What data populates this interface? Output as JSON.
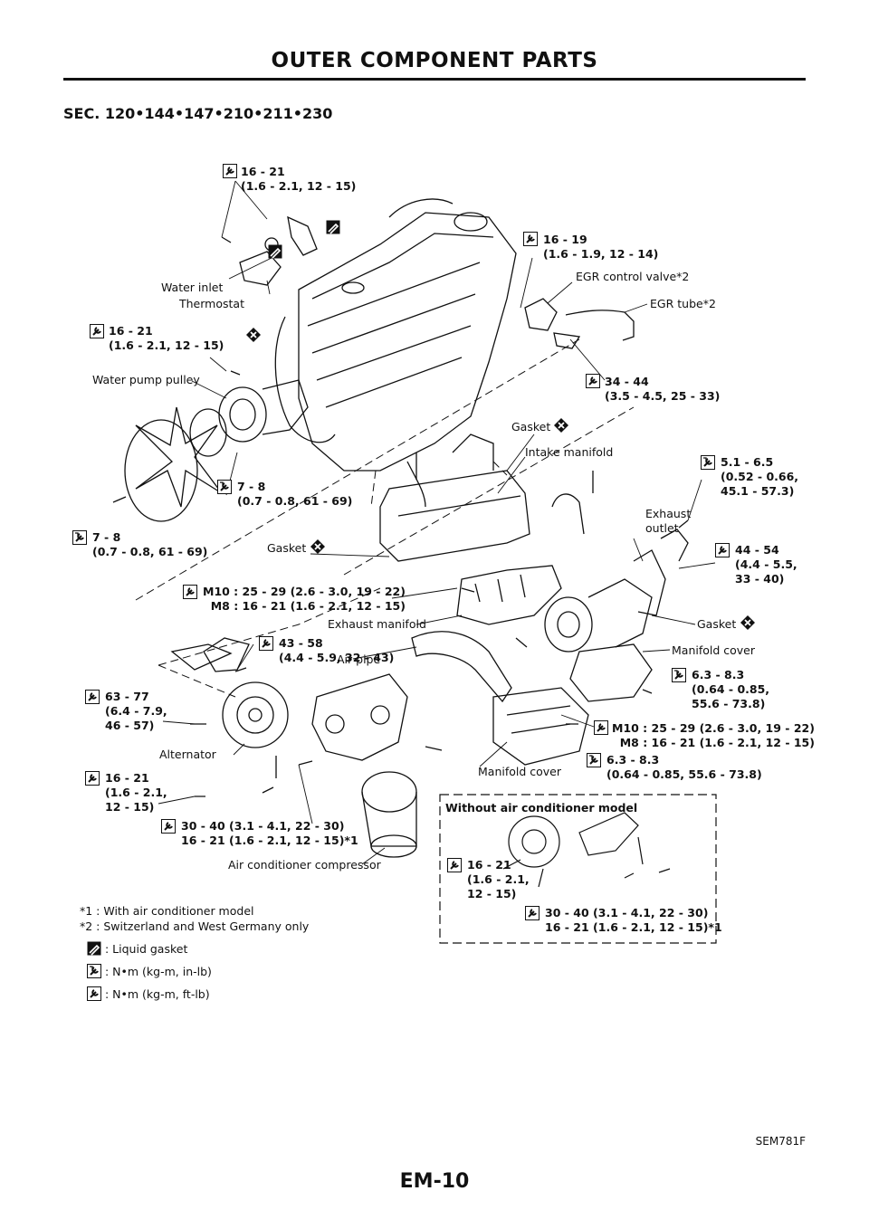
{
  "header": {
    "title": "OUTER COMPONENT PARTS"
  },
  "section": {
    "ref": "SEC. 120•144•147•210•211•230"
  },
  "labels": {
    "t_wi": "16 - 21\n(1.6 - 2.1, 12 - 15)",
    "water_inlet": "Water inlet",
    "thermostat": "Thermostat",
    "t_egr": "16 - 19\n(1.6 - 1.9, 12 - 14)",
    "egr_valve": "EGR control valve*2",
    "egr_tube": "EGR tube*2",
    "t_wp": "16 - 21\n(1.6 - 2.1, 12 - 15)",
    "wp_pulley": "Water pump pulley",
    "t_egr2": "34 - 44\n(3.5 - 4.5, 25 - 33)",
    "gasket1": "Gasket",
    "intake": "Intake manifold",
    "t_out": "5.1 - 6.5\n(0.52 - 0.66,\n45.1 - 57.3)",
    "t_fan": "7 - 8\n(0.7 - 0.8, 61 - 69)",
    "exh_outlet": "Exhaust\noutlet",
    "t_fan2": "7 - 8\n(0.7 - 0.8, 61 - 69)",
    "gasket2": "Gasket",
    "t_turbo": "44 - 54\n(4.4 - 5.5,\n33 - 40)",
    "t_exh": "M10 : 25 - 29 (2.6 - 3.0, 19 - 22)\n  M8 : 16 - 21 (1.6 - 2.1, 12 - 15)",
    "exh_manifold": "Exhaust manifold",
    "gasket3": "Gasket",
    "t_43": "43 - 58\n(4.4 - 5.9, 32 - 43)",
    "manifold_cover1": "Manifold cover",
    "air_pipe": "Air pipe",
    "t_63": "63 - 77\n(6.4 - 7.9,\n46 - 57)",
    "t_63b": "6.3 - 8.3\n(0.64 - 0.85,\n55.6 - 73.8)",
    "alternator": "Alternator",
    "t_m10b": "M10 : 25 - 29 (2.6 - 3.0, 19 - 22)\n  M8 : 16 - 21 (1.6 - 2.1, 12 - 15)",
    "t_alt": "16 - 21\n(1.6 - 2.1,\n12 - 15)",
    "manifold_cover2": "Manifold cover",
    "t_63c": "6.3 - 8.3\n(0.64 - 0.85, 55.6 - 73.8)",
    "t_ac": "30 - 40 (3.1 - 4.1, 22 - 30)\n16 - 21 (1.6 - 2.1, 12 - 15)*1",
    "ac_comp": "Air conditioner compressor",
    "box_t1": "16 - 21\n(1.6 - 2.1,\n12 - 15)",
    "box_t2": "30 - 40 (3.1 - 4.1, 22 - 30)\n16 - 21 (1.6 - 2.1, 12 - 15)*1"
  },
  "box": {
    "title": "Without air conditioner model"
  },
  "notes": {
    "n1": "*1 : With air conditioner model",
    "n2": "*2 : Switzerland and West Germany only"
  },
  "legend": {
    "liquid_gasket": ": Liquid gasket",
    "nm_in": ": N•m (kg-m, in-lb)",
    "nm_ft": ": N•m (kg-m, ft-lb)"
  },
  "figure": {
    "code": "SEM781F"
  },
  "page": {
    "number": "EM-10"
  }
}
